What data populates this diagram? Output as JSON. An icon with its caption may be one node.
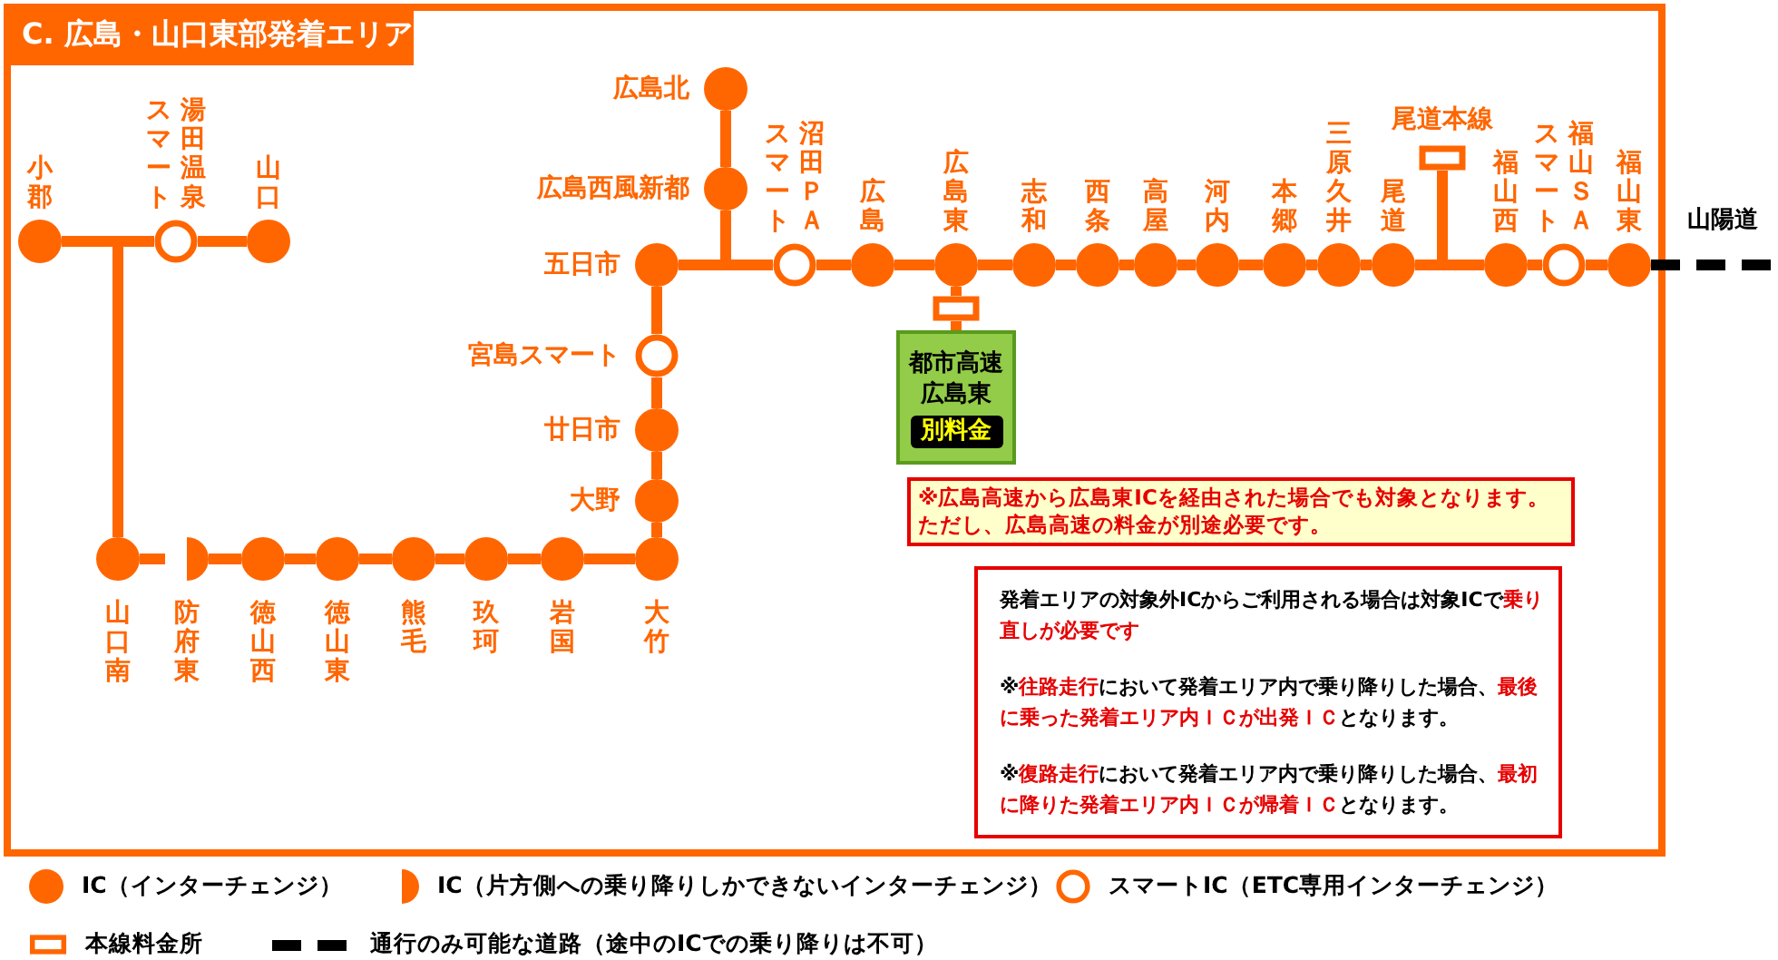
{
  "diagram": {
    "title": "C. 広島・山口東部発着エリア",
    "nodes": [
      {
        "text": [
          "小郡"
        ]
      },
      {
        "text": [
          "湯田温泉スマート"
        ]
      },
      {
        "text": [
          "山口"
        ]
      },
      {
        "text": [
          "山口南"
        ]
      },
      {
        "text": [
          "防府東"
        ]
      },
      {
        "text": [
          "徳山西"
        ]
      },
      {
        "text": [
          "徳山東"
        ]
      },
      {
        "text": [
          "熊毛"
        ]
      },
      {
        "text": [
          "玖珂"
        ]
      },
      {
        "text": [
          "岩国"
        ]
      },
      {
        "text": [
          "大竹"
        ]
      },
      {
        "text": [
          "大野"
        ]
      },
      {
        "text": [
          "廿日市"
        ]
      },
      {
        "text": [
          "宮島スマート"
        ]
      },
      {
        "text": [
          "五日市"
        ]
      },
      {
        "text": [
          "広島北"
        ]
      },
      {
        "text": [
          "広島西風新都"
        ]
      },
      {
        "text": [
          "沼田ＰＡスマート"
        ]
      },
      {
        "text": [
          "広島"
        ]
      },
      {
        "text": [
          "広島東"
        ]
      },
      {
        "text": [],
        "shape": "box"
      },
      {
        "text": [
          "都市高速広島東",
          "別料金"
        ]
      },
      {
        "text": [
          "志和"
        ]
      },
      {
        "text": [
          "西条"
        ]
      },
      {
        "text": [
          "高屋"
        ]
      },
      {
        "text": [
          "河内"
        ]
      },
      {
        "text": [
          "本郷"
        ]
      },
      {
        "text": [
          "三原久井"
        ]
      },
      {
        "text": [
          "尾道"
        ]
      },
      {
        "text": [
          "尾道本線"
        ]
      },
      {
        "text": [
          "福山西"
        ]
      },
      {
        "text": [
          "福山ＳＡスマート"
        ]
      },
      {
        "text": [
          "福山東"
        ]
      }
    ],
    "edges": [
      {
        "from": 3,
        "to": 0,
        "arrow": "none"
      },
      {
        "from": 3,
        "to": 1,
        "arrow": "none"
      },
      {
        "from": 1,
        "to": 2,
        "arrow": "none"
      },
      {
        "from": 3,
        "to": 4,
        "arrow": "none"
      },
      {
        "from": 4,
        "to": 5,
        "arrow": "none"
      },
      {
        "from": 5,
        "to": 6,
        "arrow": "none"
      },
      {
        "from": 6,
        "to": 7,
        "arrow": "none"
      },
      {
        "from": 7,
        "to": 8,
        "arrow": "none"
      },
      {
        "from": 8,
        "to": 9,
        "arrow": "none"
      },
      {
        "from": 9,
        "to": 10,
        "arrow": "none"
      },
      {
        "from": 10,
        "to": 11,
        "arrow": "none"
      },
      {
        "from": 11,
        "to": 12,
        "arrow": "none"
      },
      {
        "from": 12,
        "to": 13,
        "arrow": "none"
      },
      {
        "from": 13,
        "to": 14,
        "arrow": "none"
      },
      {
        "from": 15,
        "to": 16,
        "arrow": "none"
      },
      {
        "from": 16,
        "to": 14,
        "arrow": "none"
      },
      {
        "from": 16,
        "to": 17,
        "arrow": "none"
      },
      {
        "from": 17,
        "to": 18,
        "arrow": "none"
      },
      {
        "from": 18,
        "to": 19,
        "arrow": "none"
      },
      {
        "from": 19,
        "to": 20,
        "arrow": "none"
      },
      {
        "from": 20,
        "to": 21,
        "arrow": "none"
      },
      {
        "from": 19,
        "to": 22,
        "arrow": "none"
      },
      {
        "from": 22,
        "to": 23,
        "arrow": "none"
      },
      {
        "from": 23,
        "to": 24,
        "arrow": "none"
      },
      {
        "from": 24,
        "to": 25,
        "arrow": "none"
      },
      {
        "from": 25,
        "to": 26,
        "arrow": "none"
      },
      {
        "from": 26,
        "to": 27,
        "arrow": "none"
      },
      {
        "from": 27,
        "to": 28,
        "arrow": "none"
      },
      {
        "from": 29,
        "to": 28,
        "arrow": "none"
      },
      {
        "from": 29,
        "to": 30,
        "arrow": "none"
      },
      {
        "from": 30,
        "to": 31,
        "arrow": "none"
      },
      {
        "from": 31,
        "to": 32,
        "arrow": "none"
      },
      {
        "from": 32,
        "to": null,
        "arrow": "none",
        "label": "山陽道",
        "style": "dashed",
        "color": "#000000"
      }
    ],
    "labels": [
      "※広島高速から広島東ICを経由された場合でも対象となります。ただし、広島高速の料金が別途必要です。",
      "発着エリアの対象外ICからご利用される場合は対象ICで**乗り直しが必要です**",
      "※**往路走行**において発着エリア内で乗り降りした場合、**最後に乗った発着エリア内ＩＣが出発ＩＣ**となります。",
      "※**復路走行**において発着エリア内で乗り降りした場合、**最初に降りた発着エリア内ＩＣが帰着ＩＣ**となります。"
    ],
    "legend": [
      {
        "text": "IC（インターチェンジ）"
      },
      {
        "text": "IC（片方側への乗り降りしかできないインターチェンジ）"
      },
      {
        "text": "スマートIC（ETC専用インターチェンジ）"
      },
      {
        "text": "本線料金所"
      },
      {
        "text": "通行のみ可能な道路（途中のICでの乗り降りは不可）"
      }
    ]
  }
}
